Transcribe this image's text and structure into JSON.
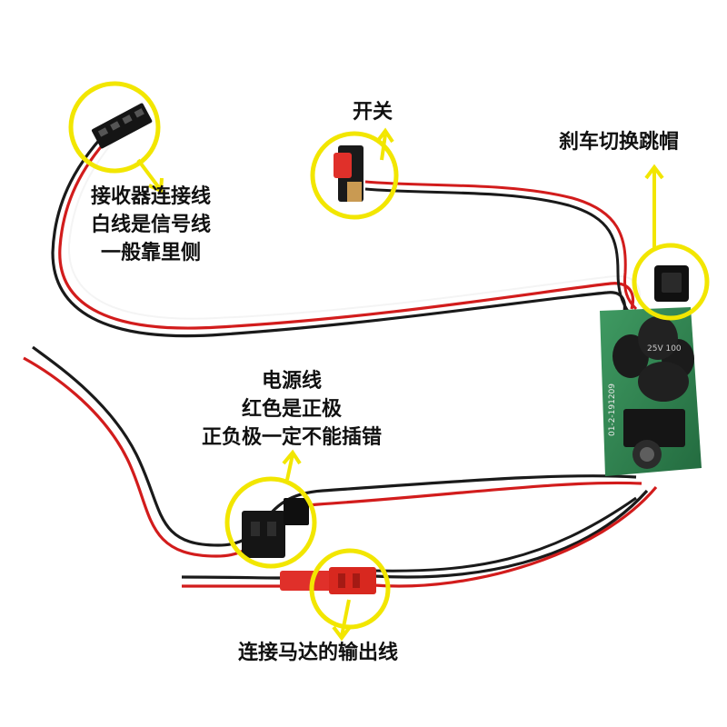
{
  "labels": {
    "receiver": [
      "接收器连接线",
      "白线是信号线",
      "一般靠里侧"
    ],
    "switch": [
      "开关"
    ],
    "brake": [
      "刹车切换跳帽"
    ],
    "power": [
      "电源线",
      "红色是正极",
      "正负极一定不能插错"
    ],
    "motor": [
      "连接马达的输出线"
    ]
  },
  "pcb_marking": "01-2-191209",
  "capacitor_marking": "25V 100",
  "colors": {
    "highlight": "#f2e600",
    "wire_red": "#d21c1c",
    "wire_black": "#1a1a1a",
    "pcb": "#2f7d4f",
    "connector_red": "#e0302a",
    "connector_black": "#151515"
  }
}
